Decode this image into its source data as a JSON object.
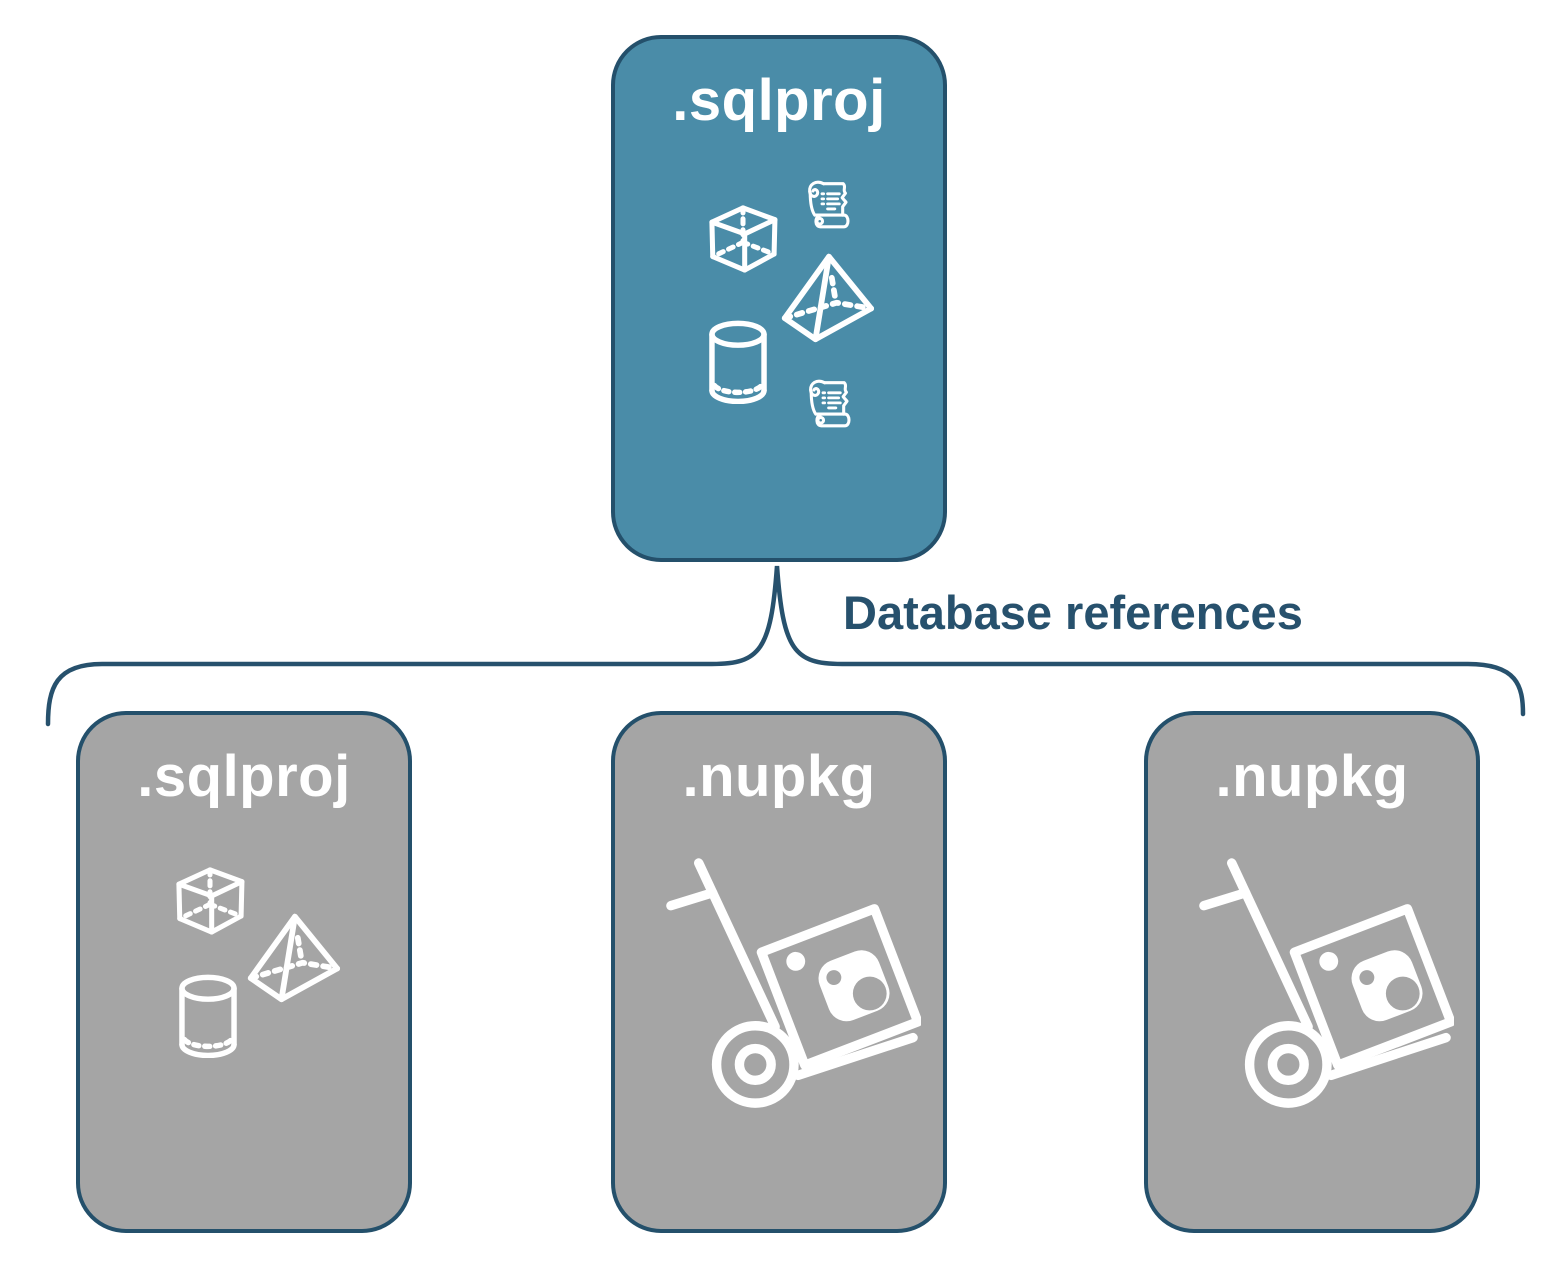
{
  "colors": {
    "node_primary_fill": "#4A8CA8",
    "node_secondary_fill": "#A5A5A5",
    "node_border": "#24506B",
    "accent_dark": "#27516D",
    "icon_color": "#FFFFFF",
    "background": "#FFFFFF"
  },
  "diagram": {
    "root": {
      "label": ".sqlproj",
      "icons": [
        "script-scroll",
        "cube",
        "pyramid",
        "cylinder",
        "script-scroll"
      ]
    },
    "connector": {
      "label": "Database references"
    },
    "children": [
      {
        "label": ".sqlproj",
        "icons": [
          "cube",
          "pyramid",
          "cylinder"
        ]
      },
      {
        "label": ".nupkg",
        "icons": [
          "handtruck-package"
        ]
      },
      {
        "label": ".nupkg",
        "icons": [
          "handtruck-package"
        ]
      }
    ]
  }
}
